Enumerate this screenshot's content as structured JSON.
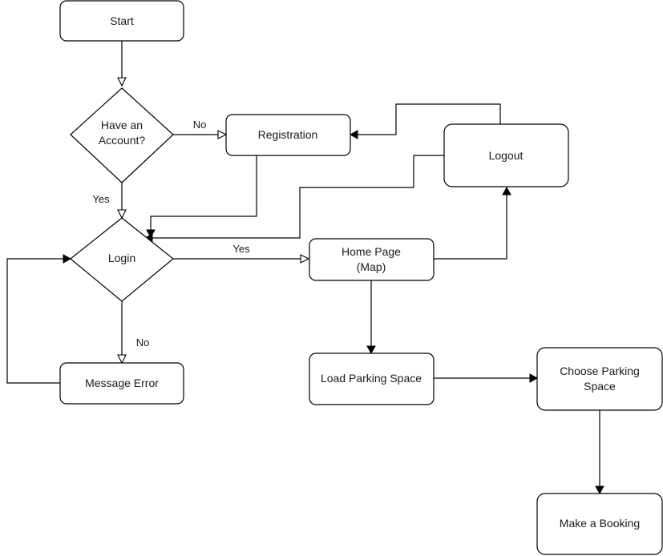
{
  "nodes": {
    "start": "Start",
    "have_account": [
      "Have an",
      "Account?"
    ],
    "registration": "Registration",
    "logout": "Logout",
    "login": "Login",
    "home_page": [
      "Home Page",
      "(Map)"
    ],
    "message_error": "Message Error",
    "load_parking_space": "Load Parking Space",
    "choose_parking_space": [
      "Choose Parking",
      "Space"
    ],
    "make_booking": "Make a Booking"
  },
  "edge_labels": {
    "account_no": "No",
    "account_yes": "Yes",
    "login_yes": "Yes",
    "login_no": "No"
  }
}
